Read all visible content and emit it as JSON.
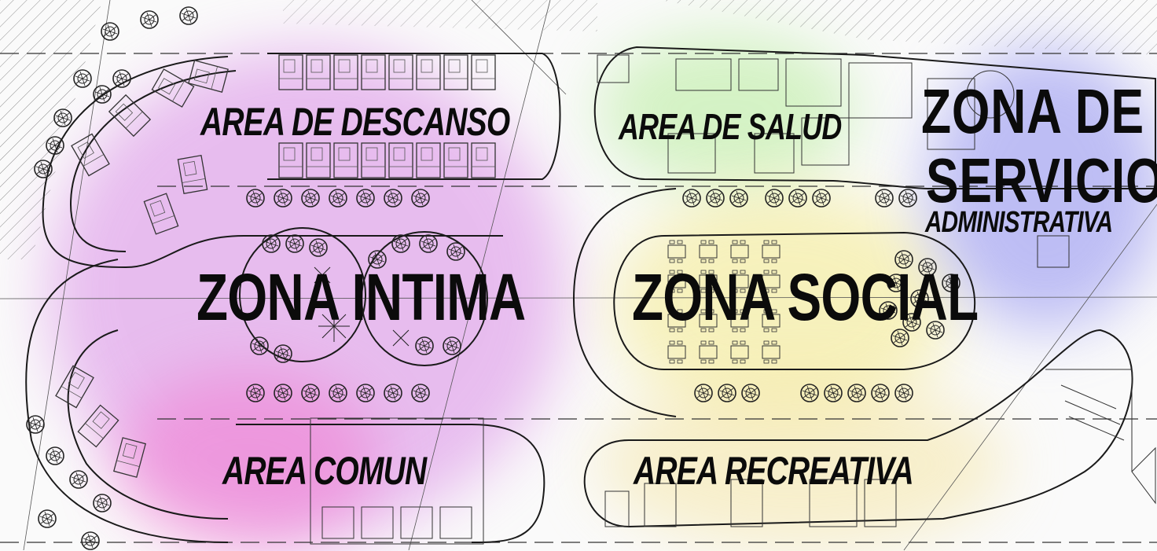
{
  "plan": {
    "labels": {
      "area_descanso": "AREA DE DESCANSO",
      "area_salud": "AREA DE SALUD",
      "zona_de": "ZONA DE",
      "servicio": "SERVICIO",
      "administrativa": "ADMINISTRATIVA",
      "zona_intima": "ZONA INTIMA",
      "zona_social": "ZONA SOCIAL",
      "area_comun": "AREA COMUN",
      "area_recreativa": "AREA RECREATIVA"
    },
    "zone_colors": {
      "intima": "#d98be6",
      "comun": "#f27ad0",
      "salud": "#b6ec9a",
      "social": "#f4ea8a",
      "recreativa": "#f5e6a6",
      "administrativa": "#8c8cf0"
    },
    "line_color": "#2b2b2b"
  }
}
